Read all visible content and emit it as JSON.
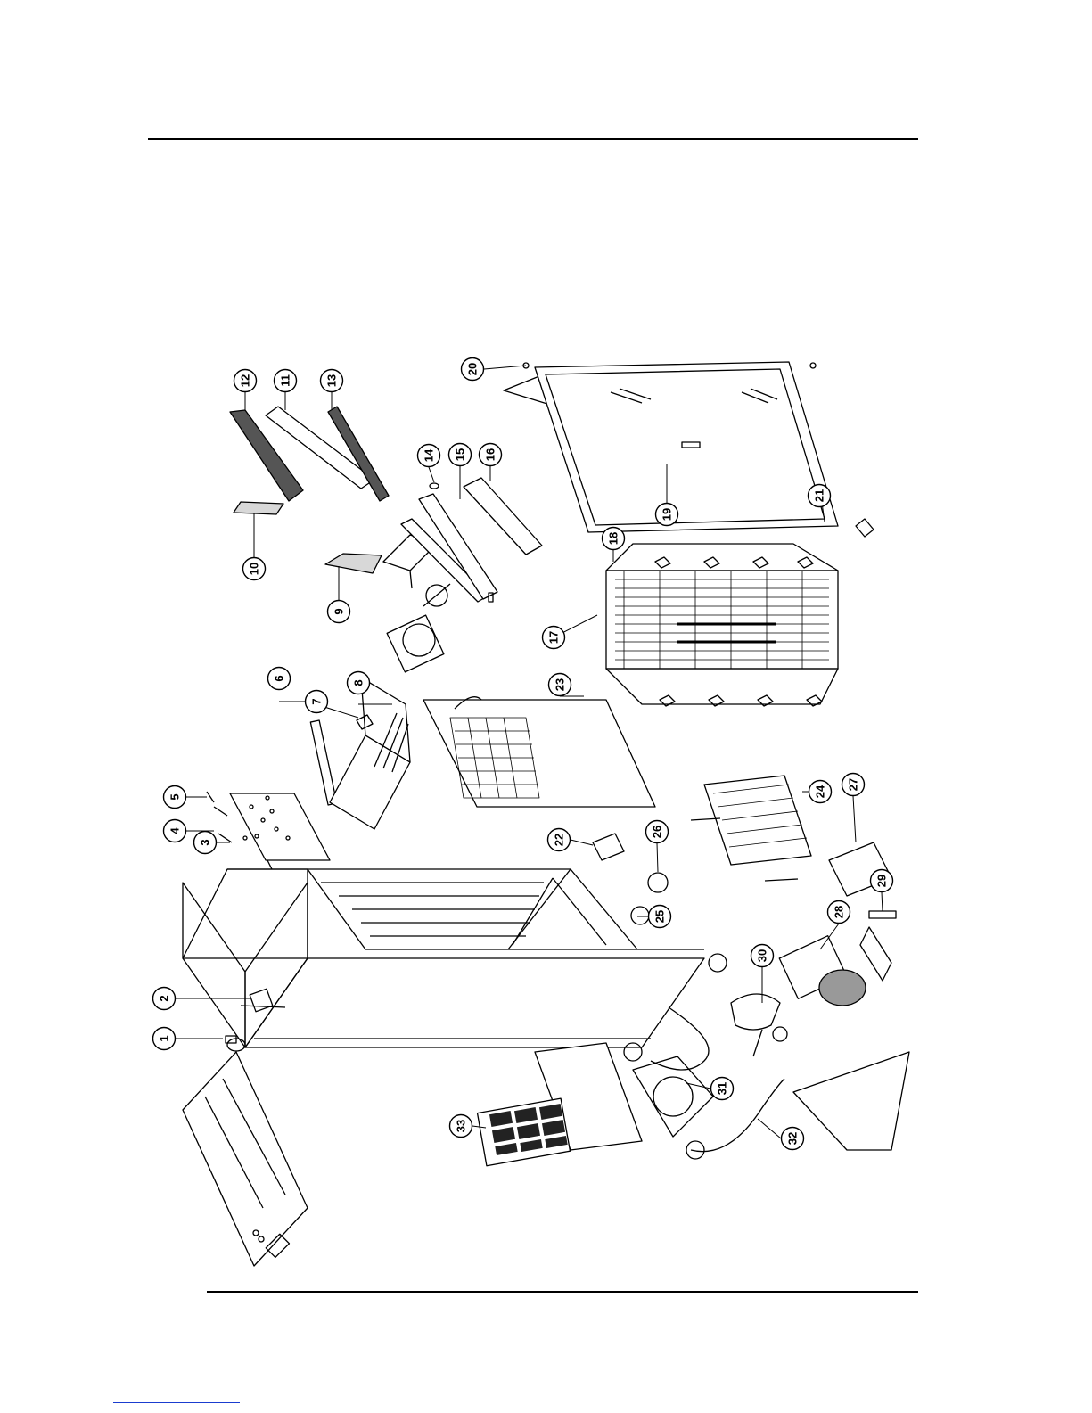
{
  "document": {
    "type": "exploded-parts-diagram"
  },
  "callouts": [
    {
      "number": "1"
    },
    {
      "number": "2"
    },
    {
      "number": "3"
    },
    {
      "number": "4"
    },
    {
      "number": "5"
    },
    {
      "number": "6"
    },
    {
      "number": "7"
    },
    {
      "number": "8"
    },
    {
      "number": "9"
    },
    {
      "number": "10"
    },
    {
      "number": "11"
    },
    {
      "number": "12"
    },
    {
      "number": "13"
    },
    {
      "number": "14"
    },
    {
      "number": "15"
    },
    {
      "number": "16"
    },
    {
      "number": "17"
    },
    {
      "number": "18"
    },
    {
      "number": "19"
    },
    {
      "number": "20"
    },
    {
      "number": "21"
    },
    {
      "number": "22"
    },
    {
      "number": "23"
    },
    {
      "number": "24"
    },
    {
      "number": "25"
    },
    {
      "number": "26"
    },
    {
      "number": "27"
    },
    {
      "number": "28"
    },
    {
      "number": "29"
    },
    {
      "number": "30"
    },
    {
      "number": "31"
    },
    {
      "number": "32"
    },
    {
      "number": "33"
    }
  ]
}
